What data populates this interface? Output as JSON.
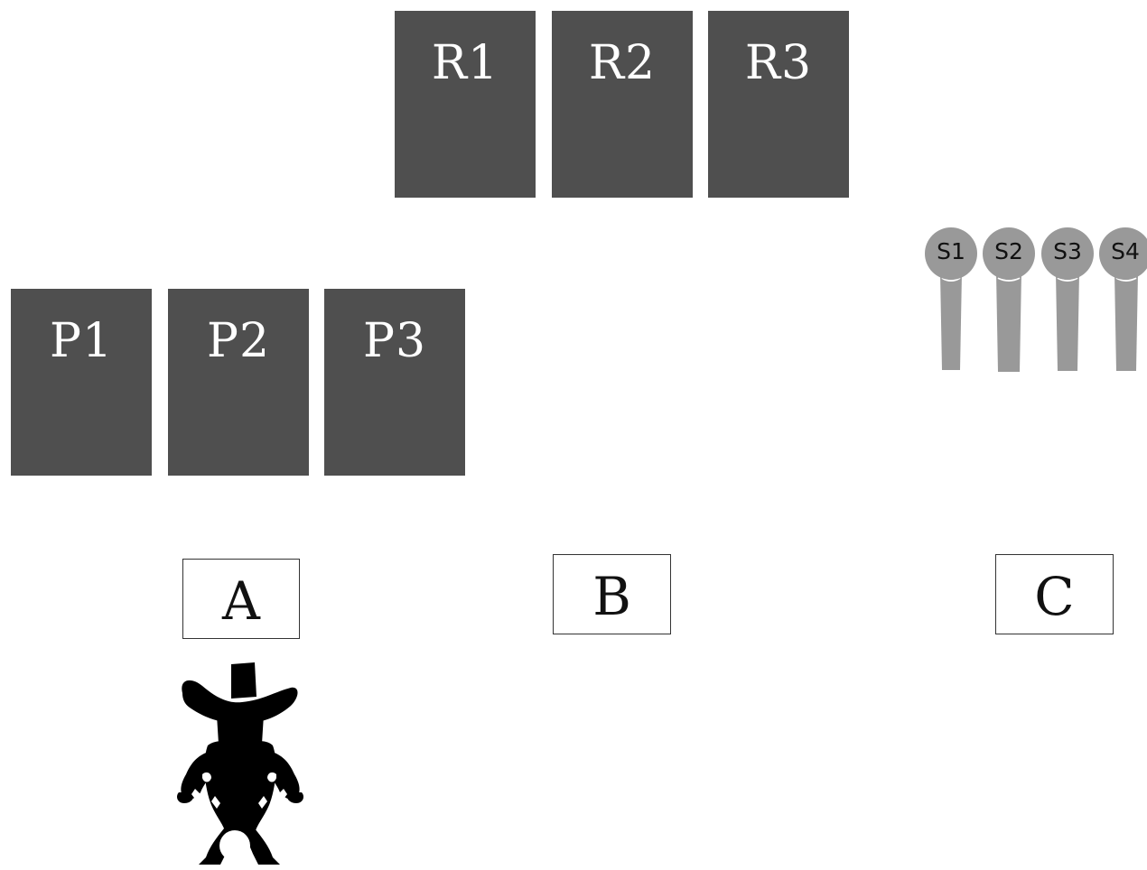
{
  "row_r": {
    "cards": [
      {
        "label": "R1"
      },
      {
        "label": "R2"
      },
      {
        "label": "R3"
      }
    ]
  },
  "row_p": {
    "cards": [
      {
        "label": "P1"
      },
      {
        "label": "P2"
      },
      {
        "label": "P3"
      }
    ]
  },
  "slots": [
    {
      "label": "S1"
    },
    {
      "label": "S2"
    },
    {
      "label": "S3"
    },
    {
      "label": "S4"
    }
  ],
  "targets": [
    {
      "label": "A"
    },
    {
      "label": "B"
    },
    {
      "label": "C"
    }
  ],
  "colors": {
    "card": "#4f4f4f",
    "card_text": "#ffffff",
    "pin": "#999999",
    "character": "#000000"
  },
  "icons": {
    "character": "cowboy-silhouette-icon",
    "slot": "pin-icon"
  }
}
